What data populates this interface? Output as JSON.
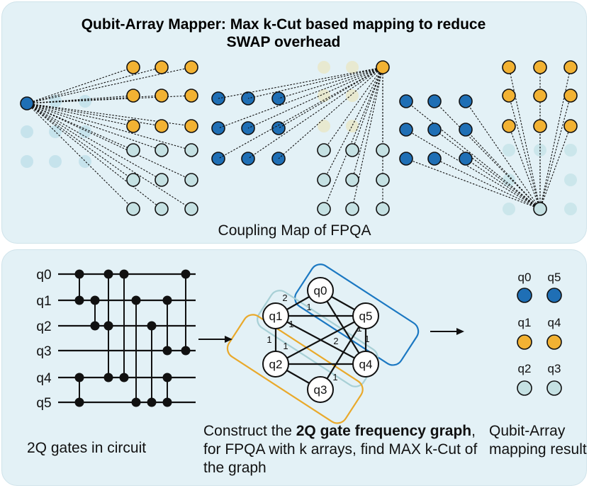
{
  "title": {
    "line1": "Qubit-Array Mapper: Max k-Cut based mapping to reduce",
    "line2": "SWAP overhead"
  },
  "top_caption": "Coupling Map of FPQA",
  "circuit": {
    "caption": "2Q gates in circuit",
    "qubit_labels": [
      "q0",
      "q1",
      "q2",
      "q3",
      "q4",
      "q5"
    ],
    "gates": [
      [
        0,
        1
      ],
      [
        1,
        2
      ],
      [
        0,
        1
      ],
      [
        0,
        4
      ],
      [
        0,
        4
      ],
      [
        1,
        5
      ],
      [
        2,
        4
      ],
      [
        2,
        5
      ],
      [
        1,
        3
      ],
      [
        0,
        3
      ]
    ]
  },
  "graph": {
    "caption_prefix": "Construct the ",
    "caption_bold": "2Q gate frequency graph",
    "caption_suffix": ", for FPQA with k arrays, find MAX k-Cut of the graph",
    "nodes": [
      "q0",
      "q1",
      "q5",
      "q2",
      "q4",
      "q3"
    ],
    "edge_weights": [
      "2",
      "1",
      "1",
      "1",
      "1",
      "2",
      "1",
      "1",
      "1",
      "1",
      "1"
    ]
  },
  "result": {
    "caption": "Qubit-Array mapping result",
    "rows": [
      {
        "labels": [
          "q0",
          "q5"
        ],
        "color": "#1f6fb5"
      },
      {
        "labels": [
          "q1",
          "q4"
        ],
        "color": "#f2b233"
      },
      {
        "labels": [
          "q2",
          "q3"
        ],
        "color": "#c5e1e3"
      }
    ]
  },
  "colors": {
    "blue": "#1f6fb5",
    "orange": "#f2b233",
    "teal": "#c5e1e3",
    "panel": "#e3f1f6",
    "blue_outline": "#1b78c2",
    "orange_outline": "#e9a92b",
    "teal_outline": "#a8d0d6"
  }
}
